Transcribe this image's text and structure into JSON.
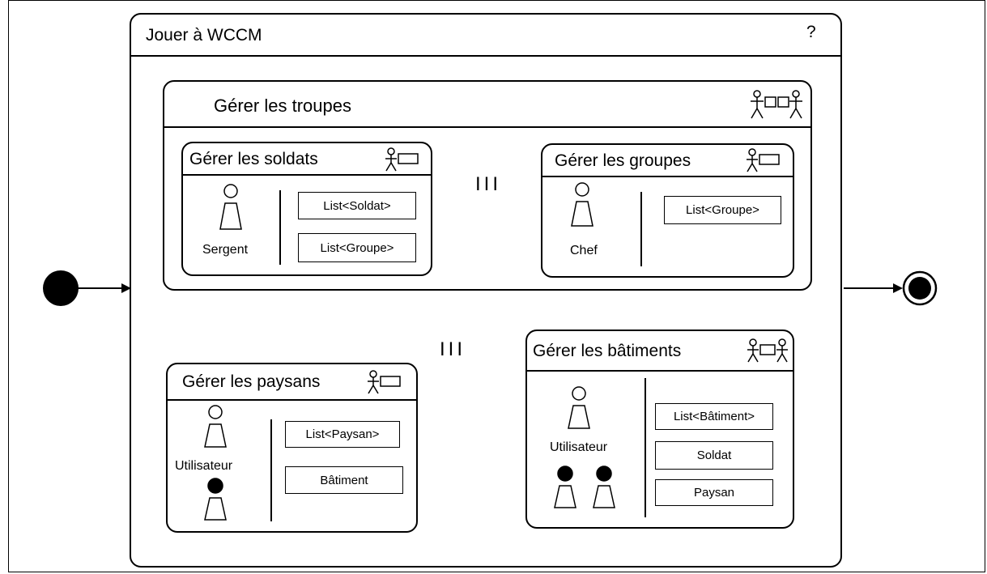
{
  "diagram": {
    "main": {
      "title": "Jouer à WCCM",
      "help": "?"
    },
    "troupes": {
      "title": "Gérer les troupes"
    },
    "soldats": {
      "title": "Gérer les soldats",
      "actor": "Sergent",
      "items": [
        "List<Soldat>",
        "List<Groupe>"
      ]
    },
    "groupes": {
      "title": "Gérer les groupes",
      "actor": "Chef",
      "items": [
        "List<Groupe>"
      ]
    },
    "paysans": {
      "title": "Gérer les paysans",
      "actor": "Utilisateur",
      "items": [
        "List<Paysan>",
        "Bâtiment"
      ]
    },
    "batiments": {
      "title": "Gérer les bâtiments",
      "actor": "Utilisateur",
      "items": [
        "List<Bâtiment>",
        "Soldat",
        "Paysan"
      ]
    },
    "parallel_symbol": "III"
  }
}
